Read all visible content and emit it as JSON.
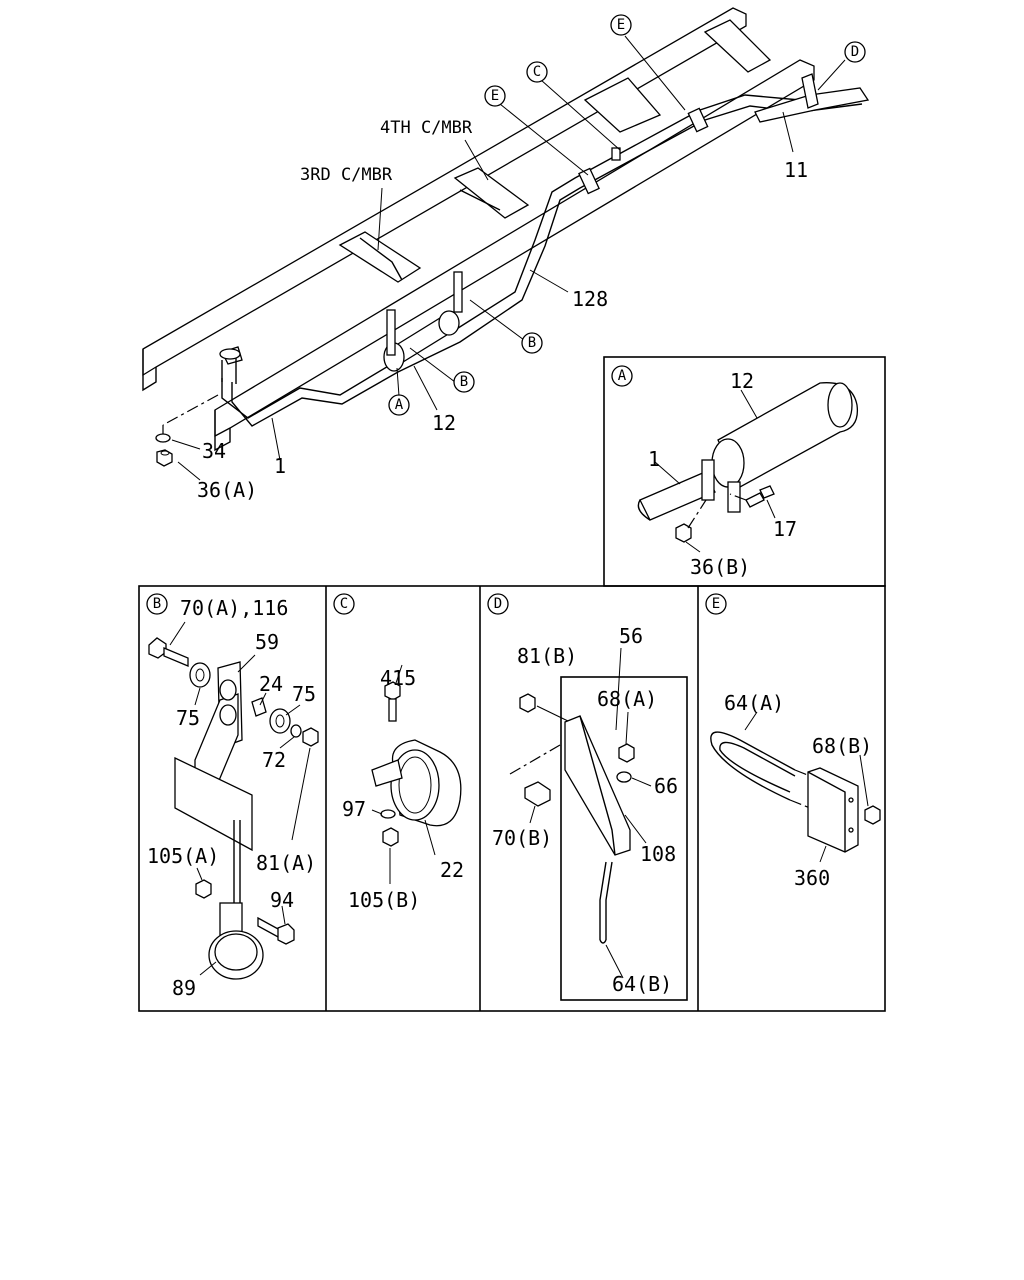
{
  "main_view": {
    "labels": {
      "fourth_cross_member": "4TH C/MBR",
      "third_cross_member": "3RD C/MBR",
      "part_11": "11",
      "part_128": "128",
      "part_12": "12",
      "part_1": "1",
      "part_34": "34",
      "part_36a": "36(A)"
    },
    "callouts": {
      "e_top": "E",
      "d_top": "D",
      "c_top": "C",
      "e_mid": "E",
      "b_right": "B",
      "b_lower": "B",
      "a_lower": "A"
    }
  },
  "detail_a": {
    "badge": "A",
    "labels": {
      "part_12": "12",
      "part_1": "1",
      "part_17": "17",
      "part_36b": "36(B)"
    }
  },
  "detail_b": {
    "badge": "B",
    "labels": {
      "header": "70(A),116",
      "part_59": "59",
      "part_24": "24",
      "part_75a": "75",
      "part_75b": "75",
      "part_72": "72",
      "part_81a": "81(A)",
      "part_105a": "105(A)",
      "part_94": "94",
      "part_89": "89"
    }
  },
  "detail_c": {
    "badge": "C",
    "labels": {
      "part_415": "415",
      "part_97": "97",
      "part_105b": "105(B)",
      "part_22": "22"
    }
  },
  "detail_d": {
    "badge": "D",
    "labels": {
      "part_56": "56",
      "part_81b": "81(B)",
      "part_68a": "68(A)",
      "part_66": "66",
      "part_70b": "70(B)",
      "part_108": "108",
      "part_64b": "64(B)"
    }
  },
  "detail_e": {
    "badge": "E",
    "labels": {
      "part_64a": "64(A)",
      "part_68b": "68(B)",
      "part_360": "360"
    }
  }
}
